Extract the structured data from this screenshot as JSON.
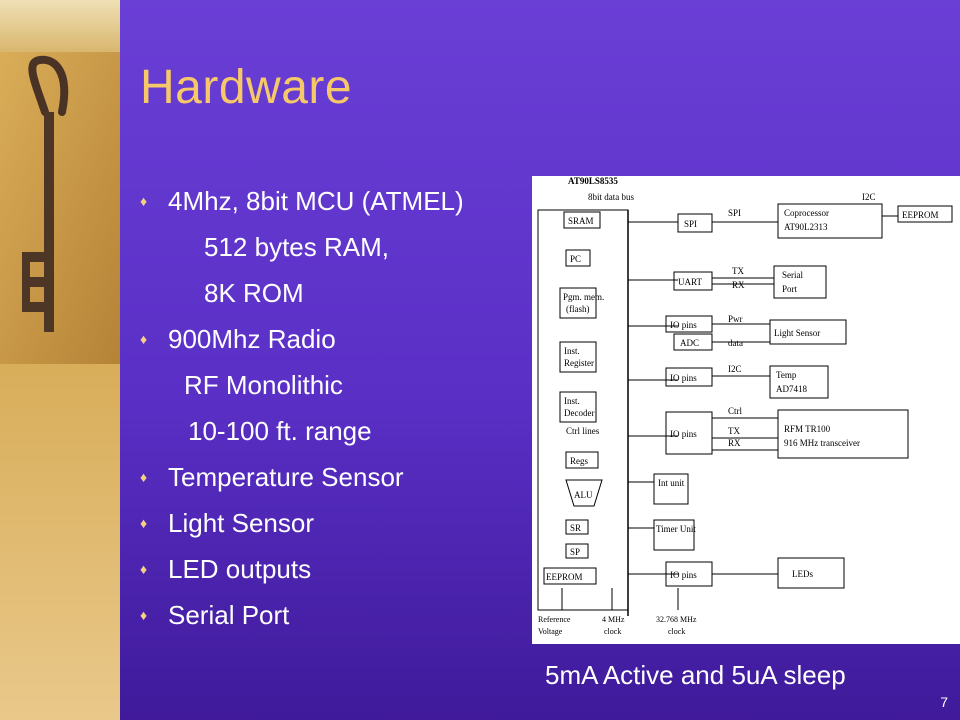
{
  "slide": {
    "title": "Hardware",
    "bullets": [
      {
        "text": "4Mhz, 8bit MCU (ATMEL)",
        "level": "main"
      },
      {
        "text": "512 bytes RAM,",
        "level": "sub"
      },
      {
        "text": "8K ROM",
        "level": "sub"
      },
      {
        "text": "900Mhz Radio",
        "level": "main"
      },
      {
        "text": "RF Monolithic",
        "level": "sub2"
      },
      {
        "text": "10-100 ft. range",
        "level": "sub3"
      },
      {
        "text": "Temperature Sensor",
        "level": "main"
      },
      {
        "text": "Light Sensor",
        "level": "main"
      },
      {
        "text": "LED outputs",
        "level": "main"
      },
      {
        "text": "Serial Port",
        "level": "main"
      }
    ],
    "bullet_glyph": "♦",
    "caption": "5mA Active and 5uA sleep",
    "page_number": "7"
  },
  "diagram": {
    "chip": "AT90LS8535",
    "bus": "8bit data bus",
    "left_blocks": [
      "SRAM",
      "PC",
      "Pgm. mem.",
      "(flash)",
      "Inst.",
      "Register",
      "Decoder",
      "Ctrl lines",
      "Regs",
      "ALU",
      "SR",
      "SP",
      "EEPROM"
    ],
    "mid_blocks": [
      "SPI",
      "UART",
      "IO pins",
      "ADC",
      "IO pins",
      "IO pins",
      "Int unit",
      "Timer Unit",
      "IO pins"
    ],
    "right_blocks": [
      "Coprocessor",
      "AT90L2313",
      "EEPROM",
      "Serial",
      "Port",
      "Light Sensor",
      "Temp",
      "AD7418",
      "RFM TR100",
      "916 MHz transceiver",
      "LEDs"
    ],
    "signals": [
      "SPI",
      "I2C",
      "TX",
      "RX",
      "Pwr",
      "data",
      "I2C",
      "Ctrl",
      "TX",
      "RX"
    ],
    "bottom_labels": [
      "Reference",
      "Voltage",
      "4 MHz",
      "clock",
      "32.768 MHz",
      "clock"
    ]
  },
  "colors": {
    "title": "#f6c86a",
    "bullet_text": "#ffffff",
    "bullet_mark": "#f4d080",
    "background_top": "#6a3fd6",
    "side_strip": "#d0a24f"
  }
}
